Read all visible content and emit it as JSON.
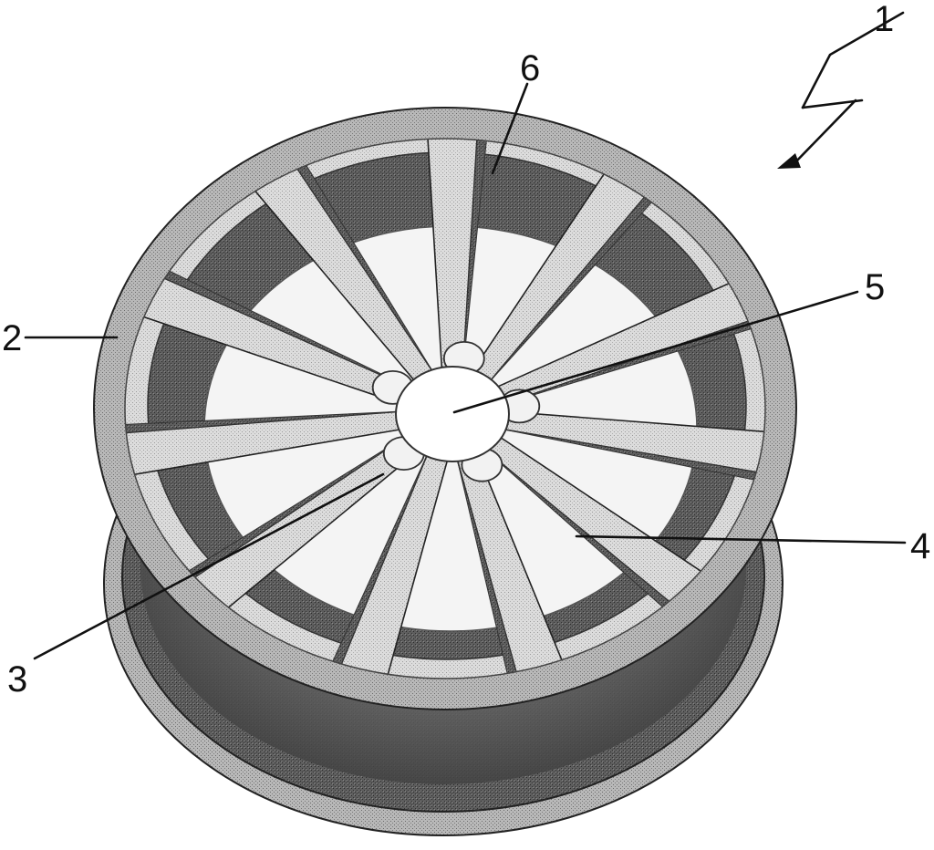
{
  "figure": {
    "reference_numerals": {
      "assembly": "1",
      "rim_flange": "2",
      "spoke": "3",
      "window": "4",
      "hub": "5",
      "rim_well": "6"
    }
  }
}
